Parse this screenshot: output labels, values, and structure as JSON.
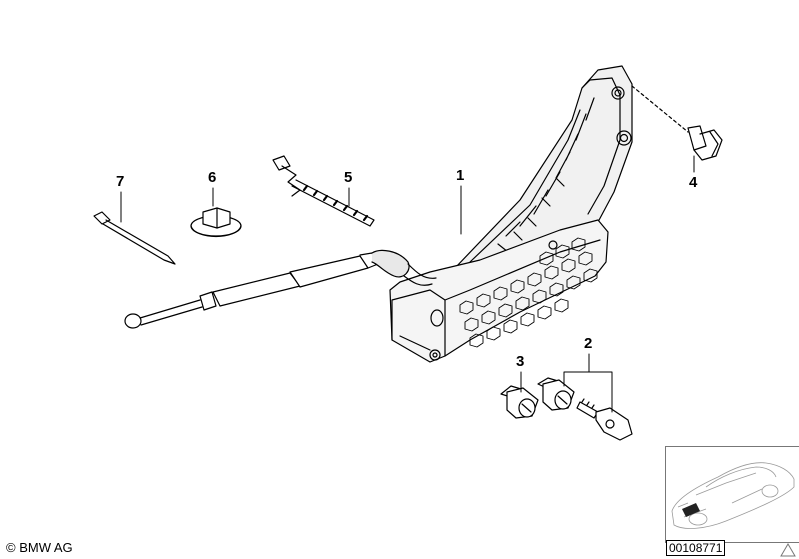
{
  "callouts": {
    "part_1": "1",
    "part_2": "2",
    "part_3": "3",
    "part_4": "4",
    "part_5": "5",
    "part_6": "6",
    "part_7": "7"
  },
  "footer": {
    "copyright": "© BMW AG",
    "diagram_id": "00108771"
  },
  "icons": {
    "thumbnail": "car-location-thumbnail-icon",
    "warning": "warning-triangle-icon"
  }
}
